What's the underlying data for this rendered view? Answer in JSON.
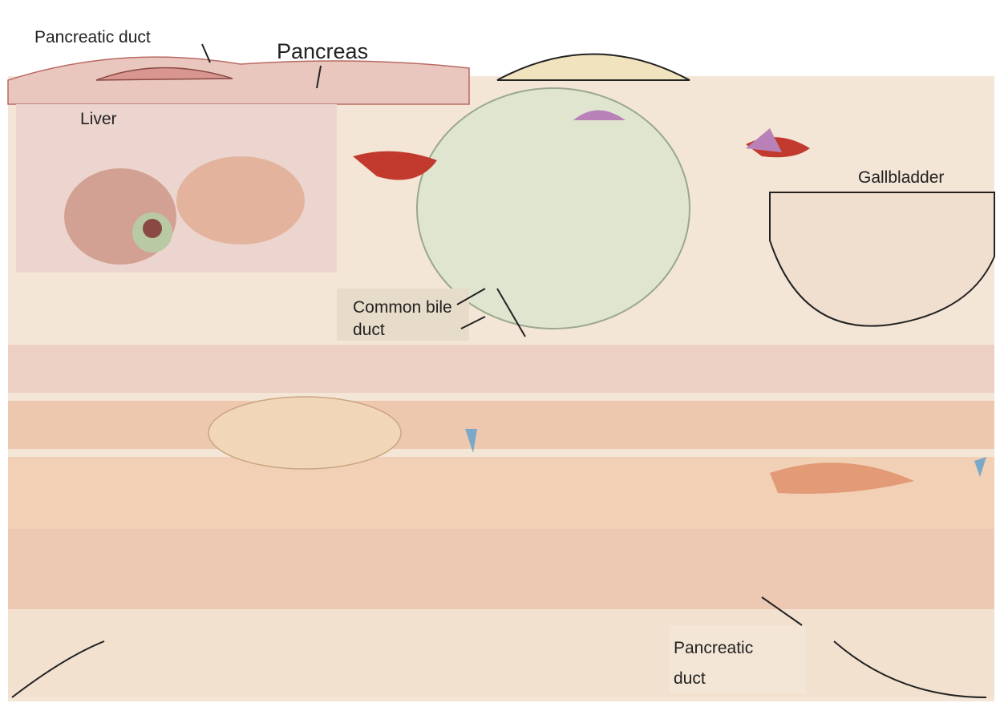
{
  "labels": {
    "pancreatic_duct_top": "Pancreatic duct",
    "pancreas_top": "Pancreas",
    "liver": "Liver",
    "common_bile_duct": "Common bile duct",
    "gallbladder": "Gallbladder",
    "pancreatic_duct_bottom": "Pancreatic duct"
  },
  "colors": {
    "pancreas": "#d9958f",
    "pancreas_dark": "#b96a62",
    "liver": "#c98a7a",
    "gallbladder": "#e8dcc0",
    "bile_green": "#b9c9a3",
    "duct_red": "#c23a2e",
    "duct_purple": "#b882b8",
    "tissue_peach": "#eab492",
    "tissue_light": "#f4e6d6",
    "outline": "#222222"
  }
}
